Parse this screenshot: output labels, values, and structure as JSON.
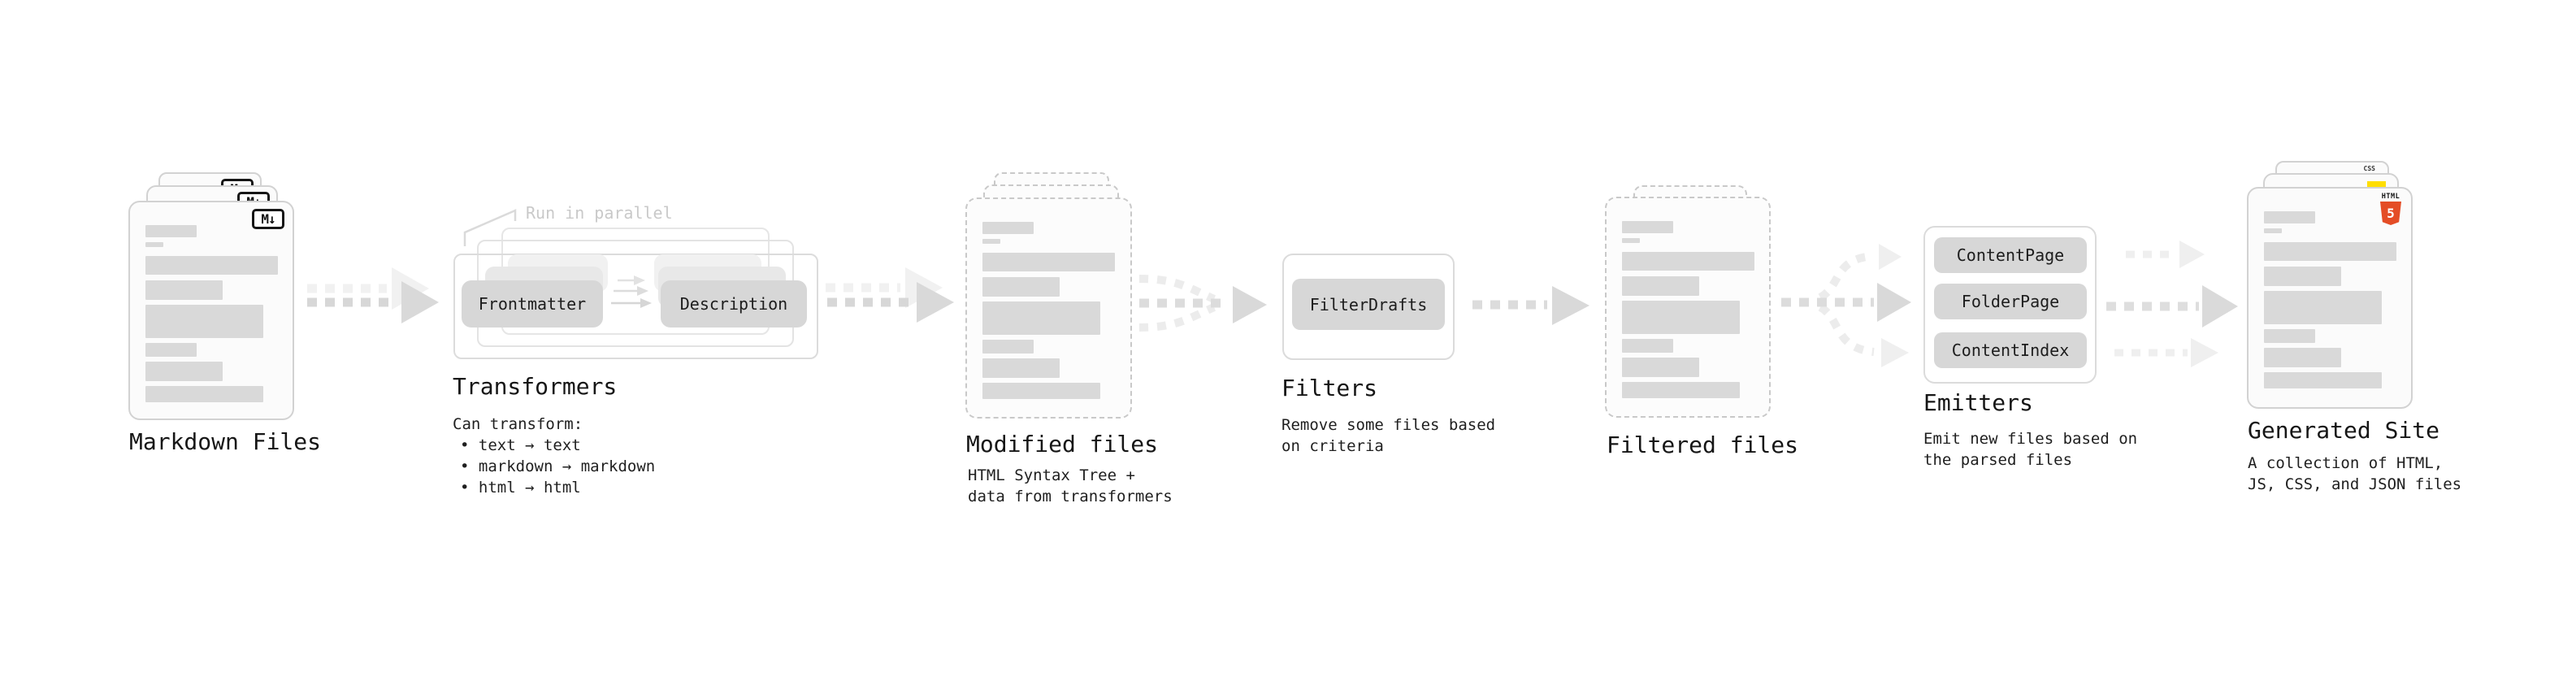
{
  "diagram": {
    "markdown_files": {
      "label": "Markdown Files",
      "badge": "M↓"
    },
    "transformers": {
      "label": "Transformers",
      "parallel_note": "Run in parallel",
      "step1": "Frontmatter",
      "step2": "Description",
      "note_title": "Can transform:",
      "bullets": [
        "• text → text",
        "• markdown → markdown",
        "• html → html"
      ]
    },
    "modified_files": {
      "label": "Modified files",
      "desc": [
        "HTML Syntax Tree +",
        "data from transformers"
      ]
    },
    "filters": {
      "label": "Filters",
      "button": "FilterDrafts",
      "desc": [
        "Remove some files based",
        "on criteria"
      ]
    },
    "filtered_files": {
      "label": "Filtered files"
    },
    "emitters": {
      "label": "Emitters",
      "buttons": [
        "ContentPage",
        "FolderPage",
        "ContentIndex"
      ],
      "desc": [
        "Emit new files based on",
        "the parsed files"
      ]
    },
    "generated_site": {
      "label": "Generated Site",
      "desc": [
        "A collection of HTML,",
        "JS, CSS, and JSON files"
      ],
      "badges": {
        "css": "CSS",
        "html_top": "HTML",
        "html_number": "5"
      }
    }
  },
  "colors": {
    "html5_orange": "#e44d26",
    "js_yellow": "#ffde00",
    "css_blue": "#2965f1",
    "bar_gray": "#d9d9d9",
    "button_gray": "#d7d7d7",
    "card_border": "#d2d2d2",
    "dashed_border": "#c9c9c9",
    "arrow_gray": "#d7d7d7",
    "arrow_ghost": "#f0f0f0",
    "muted_note": "#c9c9c9",
    "text_dark": "#1a1a1a"
  }
}
